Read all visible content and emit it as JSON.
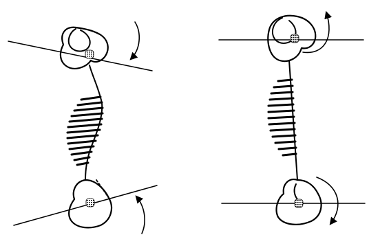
{
  "figure": {
    "panels": [
      {
        "id": "left",
        "rib_lines": 13,
        "upper_arrow": "clockwise",
        "lower_arrow": "counterclockwise"
      },
      {
        "id": "right",
        "rib_lines": 13,
        "upper_arrow": "counterclockwise",
        "lower_arrow": "clockwise"
      }
    ],
    "colors": {
      "stroke": "#000000",
      "background": "#ffffff",
      "dot_fill": "#888888"
    }
  }
}
